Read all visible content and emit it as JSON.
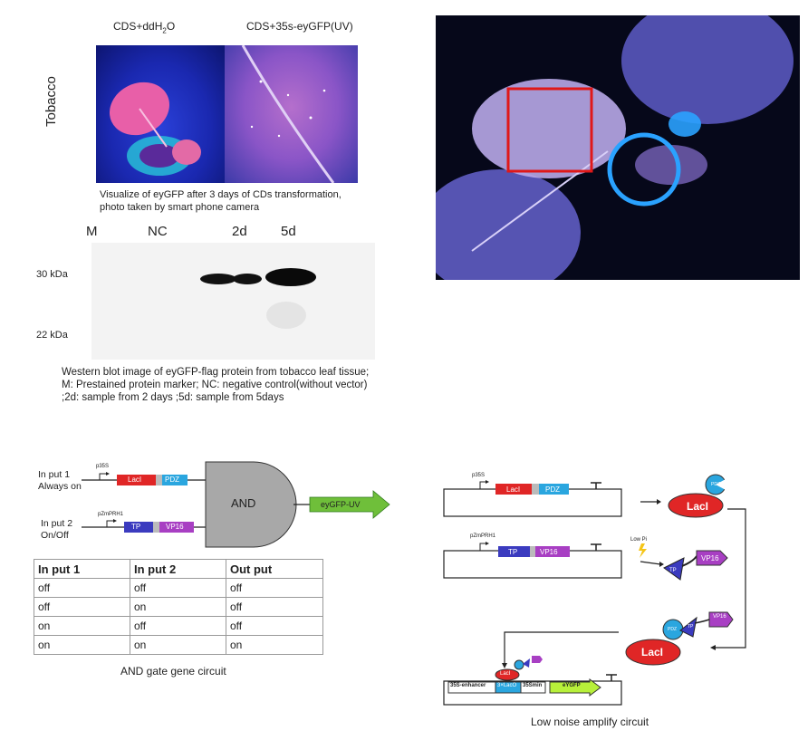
{
  "tobacco_photos": {
    "label_left": "CDS+ddH",
    "label_left_sub": "2",
    "label_left_tail": "O",
    "label_right": "CDS+35s-eyGFP(UV)",
    "side_label": "Tobacco",
    "caption": "Visualize of eyGFP after 3 days of CDs transformation, photo taken by smart phone camera"
  },
  "western_blot": {
    "lanes": [
      "M",
      "NC",
      "2d",
      "5d"
    ],
    "markers": [
      "30 kDa",
      "22 kDa"
    ],
    "caption": "Western blot image of eyGFP-flag protein from tobacco leaf tissue; M: Prestained protein marker; NC: negative control(without vector) ;2d: sample from 2 days ;5d: sample from 5days"
  },
  "and_gate": {
    "input1_label": "In put 1\nAlways on",
    "input2_label": "In put 2\nOn/Off",
    "promoter1": "p35S",
    "promoter2": "pZmPRH1",
    "gene1a": "LacI",
    "gene1b": "PDZ",
    "gene2a": "TP",
    "gene2b": "VP16",
    "gate_label": "AND",
    "output_label": "eyGFP-UV",
    "table": {
      "headers": [
        "In put 1",
        "In put 2",
        "Out put"
      ],
      "rows": [
        [
          "off",
          "off",
          "off"
        ],
        [
          "off",
          "on",
          "off"
        ],
        [
          "on",
          "off",
          "off"
        ],
        [
          "on",
          "on",
          "on"
        ]
      ]
    },
    "caption": "AND gate gene circuit"
  },
  "amplify": {
    "promoter1": "p35S",
    "promoter2": "pZmPRH1",
    "gene1a": "LacI",
    "gene1b": "PDZ",
    "gene2a": "TP",
    "gene2b": "VP16",
    "low_pi": "Low Pi",
    "protein_laci": "LacI",
    "protein_pdz": "PDZ",
    "protein_tp": "TP",
    "protein_vp16": "VP16",
    "reporter_enhancer": "35S-enhancer",
    "reporter_operator": "3×LacO",
    "reporter_min": "35Smin",
    "reporter_gene": "eYGFP",
    "caption": "Low noise amplify circuit"
  },
  "colors": {
    "laci": "#e02626",
    "pdz": "#2aa6df",
    "tp": "#3b3bbf",
    "vp16": "#a83fc3",
    "gate": "#a8a8a8",
    "output": "#6fbf3a",
    "egfp": "#b7f03a"
  }
}
